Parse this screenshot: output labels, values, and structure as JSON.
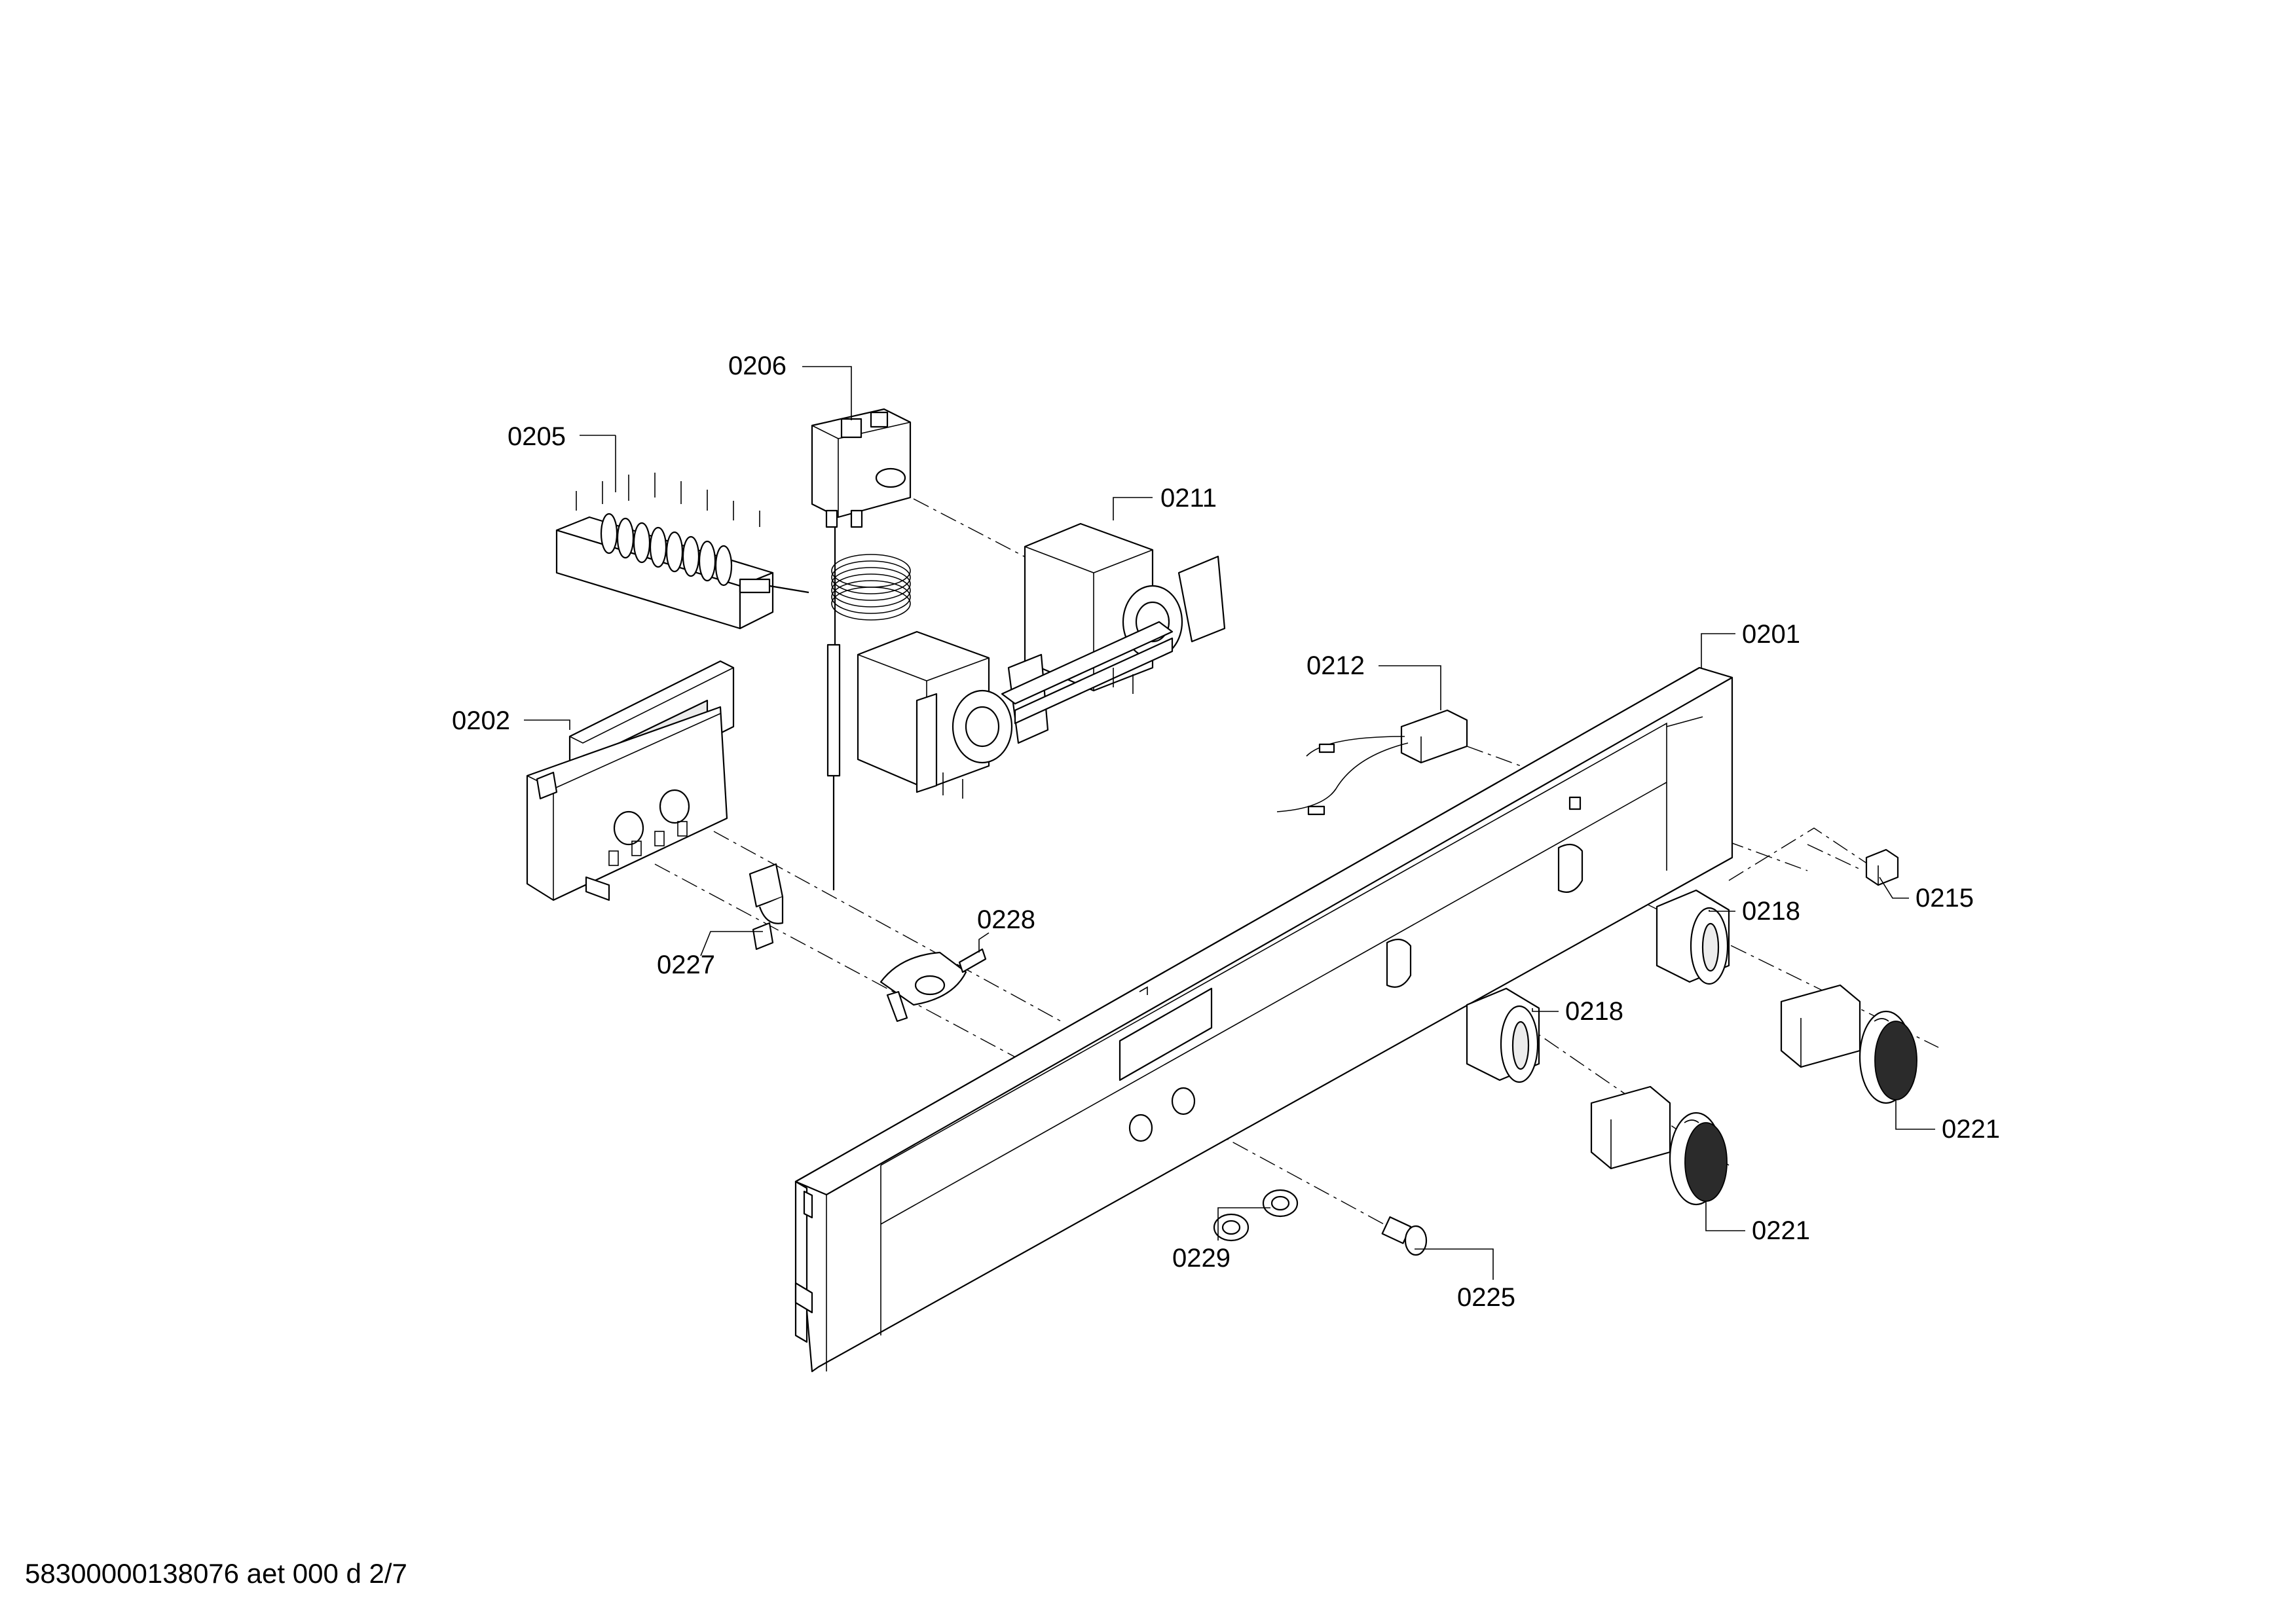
{
  "callouts": {
    "c0201": "0201",
    "c0202": "0202",
    "c0205": "0205",
    "c0206": "0206",
    "c0211": "0211",
    "c0212": "0212",
    "c0215": "0215",
    "c0218a": "0218",
    "c0218b": "0218",
    "c0221a": "0221",
    "c0221b": "0221",
    "c0225": "0225",
    "c0227": "0227",
    "c0228": "0228",
    "c0229": "0229"
  },
  "footer": {
    "doc_ref": "58300000138076 aet 000 d 2/7"
  }
}
